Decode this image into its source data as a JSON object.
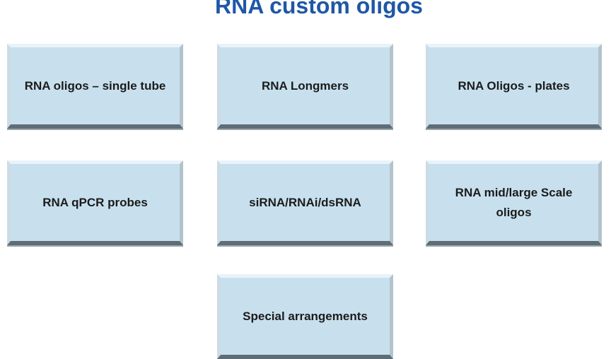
{
  "title": {
    "text": "RNA custom oligos"
  },
  "tiles": [
    {
      "label": "RNA oligos – single tube"
    },
    {
      "label": "RNA Longmers"
    },
    {
      "label": "RNA Oligos - plates"
    },
    {
      "label": "RNA qPCR probes"
    },
    {
      "label": "siRNA/RNAi/dsRNA"
    },
    {
      "label": "RNA mid/large Scale oligos"
    },
    {
      "label": "Special arrangements"
    }
  ],
  "colors": {
    "page_bg": "#ffffff",
    "title_text": "#1f57a6",
    "tile_fill": "#c8e0ee",
    "tile_text": "#1b1b1b",
    "bevel_top": "#e8f3f9",
    "bevel_left": "#ccdce6",
    "bevel_right": "#b2c3cc",
    "bevel_bottom": "#5e6d76",
    "tile_shadow": "#9aa4ab"
  }
}
